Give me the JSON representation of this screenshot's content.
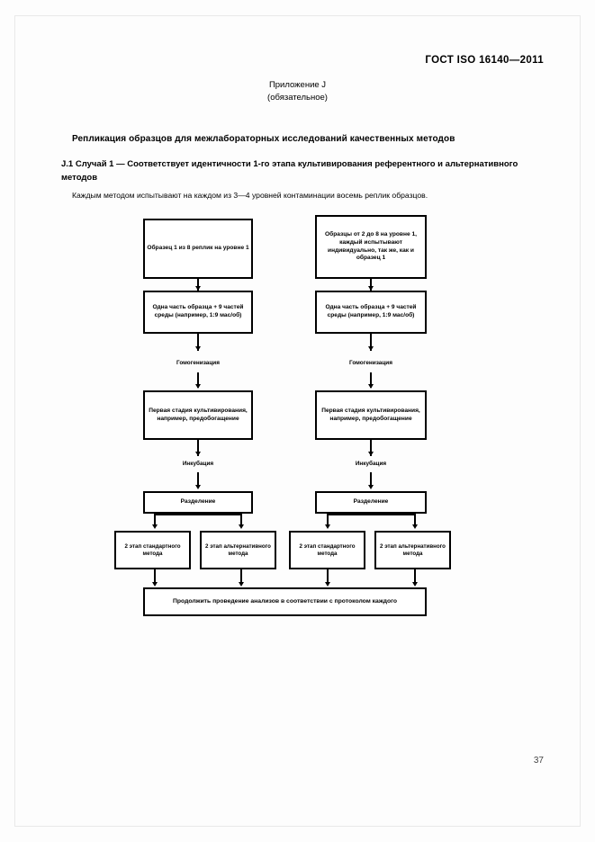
{
  "document": {
    "header": "ГОСТ ISO 16140—2011",
    "annex_line1": "Приложение J",
    "annex_line2": "(обязательное)",
    "annex_title": "Репликация образцов для межлабораторных исследований качественных методов",
    "clause": "J.1  Случай 1 — Соответствует идентичности 1-го этапа культивирования референтного и альтернативного методов",
    "intro": "Каждым методом испытывают на каждом из 3—4  уровней контаминации восемь реплик образцов.",
    "page_number": "37"
  },
  "flowchart": {
    "left_branch": {
      "n1": "Образец 1 из 8 реплик на уровне 1",
      "n2": "Одна часть образца + 9 частей среды (например, 1:9 мас/об)",
      "label1": "Гомогенизация",
      "n3": "Первая стадия культивирования, например, предобогащение",
      "label2": "Инкубация",
      "n4": "Разделение",
      "n5": "2 этап стандартного метода",
      "n6": "2 этап альтернативного метода"
    },
    "right_branch": {
      "n1": "Образцы от 2 до 8 на уровне 1, каждый испытывают индивидуально, так же, как и образец 1",
      "n2": "Одна часть образца + 9 частей среды (например, 1:9 мас/об)",
      "label1": "Гомогенизация",
      "n3": "Первая стадия культивирования, например, предобогащение",
      "label2": "Инкубация",
      "n4": "Разделение",
      "n5": "2 этап стандартного метода",
      "n6": "2 этап альтернативного метода"
    },
    "final": "Продолжить проведение анализов в соответствии с протоколом каждого"
  },
  "colors": {
    "ink": "#000000",
    "paper": "#fdfdfd"
  }
}
